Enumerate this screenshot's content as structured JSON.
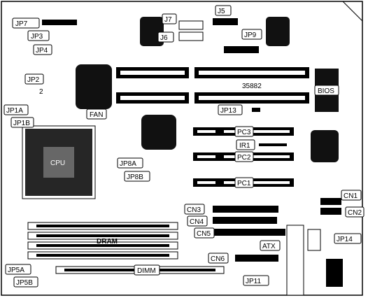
{
  "board_marking": "35882",
  "labels": {
    "jp7": "JP7",
    "jp3": "JP3",
    "jp4": "JP4",
    "j7": "J7",
    "j6": "J6",
    "j5": "J5",
    "jp9": "JP9",
    "jp2": "JP2",
    "jp2_pin": "2",
    "jp1a": "JP1A",
    "jp1b": "JP1B",
    "fan": "FAN",
    "bios": "BIOS",
    "jp13": "JP13",
    "cpu": "CPU",
    "pc3": "PC3",
    "ir1": "IR1",
    "pc2": "PC2",
    "jp8a": "JP8A",
    "jp8b": "JP8B",
    "pc1": "PC1",
    "cn1": "CN1",
    "cn2": "CN2",
    "cn3": "CN3",
    "cn4": "CN4",
    "cn5": "CN5",
    "jp14": "JP14",
    "dram": "DRAM",
    "atx": "ATX",
    "cn6": "CN6",
    "jp5a": "JP5A",
    "jp5b": "JP5B",
    "dimm": "DIMM",
    "jp11": "JP11"
  }
}
